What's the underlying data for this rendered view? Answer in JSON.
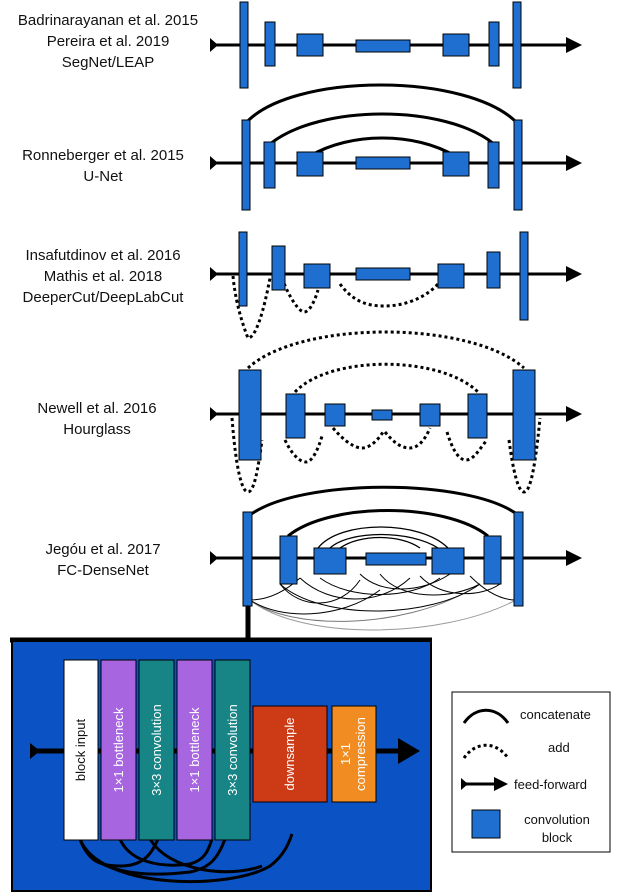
{
  "colors": {
    "conv_block": "#1f6fd0",
    "dense_panel": "#0b53c4",
    "block_input": "#ffffff",
    "bottleneck": "#a865e0",
    "convolution": "#178585",
    "downsample": "#cc3a16",
    "compression": "#f08c22"
  },
  "architectures": [
    {
      "lines": [
        "Badrinarayanan et al. 2015",
        "Pereira et al. 2019",
        "SegNet/LEAP"
      ]
    },
    {
      "lines": [
        "Ronneberger et al. 2015",
        "U-Net"
      ]
    },
    {
      "lines": [
        "Insafutdinov  et al. 2016",
        "Mathis et al. 2018",
        "DeeperCut/DeepLabCut"
      ]
    },
    {
      "lines": [
        "Newell et al. 2016",
        "Hourglass"
      ]
    },
    {
      "lines": [
        "Jegóu et al. 2017",
        "FC-DenseNet"
      ]
    }
  ],
  "dense_block": {
    "layers": [
      {
        "label": "block input",
        "kind": "block_input"
      },
      {
        "label": "1×1 bottleneck",
        "kind": "bottleneck"
      },
      {
        "label": "3×3 convolution",
        "kind": "convolution"
      },
      {
        "label": "1×1 bottleneck",
        "kind": "bottleneck"
      },
      {
        "label": "3×3 convolution",
        "kind": "convolution"
      },
      {
        "label": "downsample",
        "kind": "downsample"
      },
      {
        "label1": "1×1",
        "label2": "compression",
        "kind": "compression"
      }
    ]
  },
  "legend": {
    "concatenate": "concatenate",
    "add": "add",
    "feed_forward": "feed-forward",
    "conv_block_1": "convolution",
    "conv_block_2": "block"
  }
}
